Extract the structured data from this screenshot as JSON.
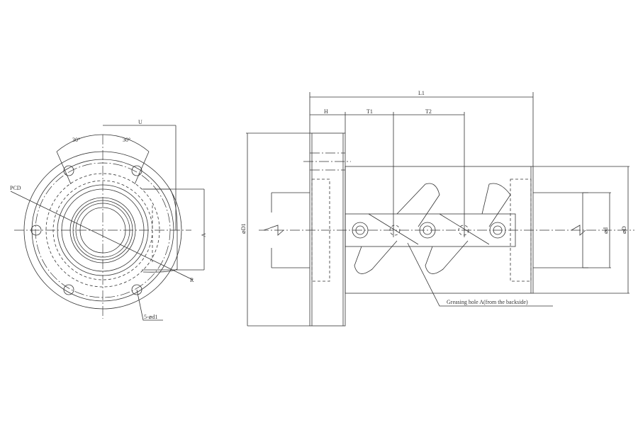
{
  "front_view": {
    "dim_u": "U",
    "angle_left": "30°",
    "angle_right": "30°",
    "pcd": "PCD",
    "dim_v": "V",
    "radius": "R",
    "holes": "5-⌀d1"
  },
  "side_view": {
    "dim_l1": "L1",
    "dim_h": "H",
    "dim_t1": "T1",
    "dim_t2": "T2",
    "dim_flange_dia": "⌀D1",
    "dim_shaft_dia": "⌀d",
    "dim_body_dia": "⌀D",
    "greasing_note": "Greasing hole A(from the backside)"
  },
  "colors": {
    "line": "#333333",
    "background": "#ffffff"
  }
}
